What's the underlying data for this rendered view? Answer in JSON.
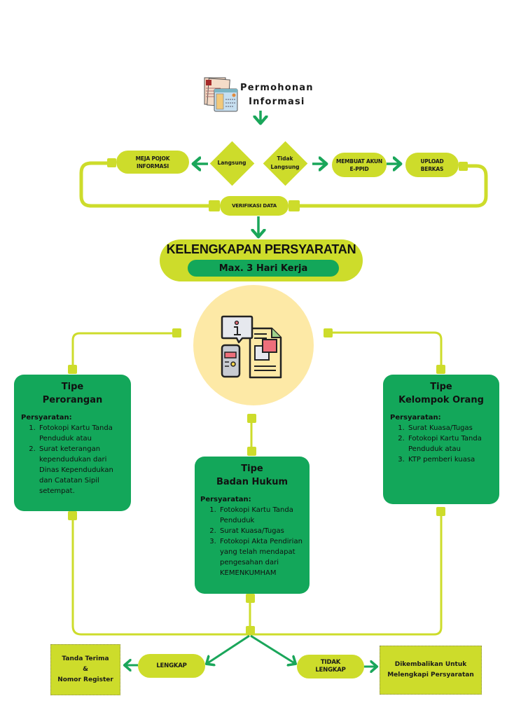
{
  "header": {
    "title_line1": "Permohonan",
    "title_line2": "Informasi",
    "icon": "documents-icon"
  },
  "intake": {
    "left_branch": {
      "decision": "Langsung",
      "step": {
        "line1": "MEJA POJOK",
        "line2": "INFORMASI"
      }
    },
    "right_branch": {
      "decision_line1": "Tidak",
      "decision_line2": "Langsung",
      "steps": [
        {
          "line1": "MEMBUAT AKUN",
          "line2": "E-PPID"
        },
        {
          "line1": "UPLOAD",
          "line2": "BERKAS"
        }
      ]
    },
    "merge_step": "VERIFIKASI DATA"
  },
  "requirements": {
    "title": "KELENGKAPAN PERSYARATAN",
    "deadline": "Max. 3 Hari Kerja",
    "center_icon": "information-document-icon"
  },
  "types": [
    {
      "title_line1": "Tipe",
      "title_line2": "Perorangan",
      "req_label": "Persyaratan:",
      "items": [
        "Fotokopi Kartu Tanda Penduduk atau",
        "Surat keterangan kependudukan dari Dinas Kependudukan dan Catatan Sipil setempat."
      ]
    },
    {
      "title_line1": "Tipe",
      "title_line2": "Badan Hukum",
      "req_label": "Persyaratan:",
      "items": [
        "Fotokopi Kartu Tanda Penduduk",
        "Surat Kuasa/Tugas",
        "Fotokopi Akta Pendirian yang telah mendapat pengesahan dari KEMENKUMHAM"
      ]
    },
    {
      "title_line1": "Tipe",
      "title_line2": "Kelompok Orang",
      "req_label": "Persyaratan:",
      "items": [
        "Surat Kuasa/Tugas",
        "Fotokopi Kartu Tanda Penduduk atau",
        "KTP pemberi kuasa"
      ]
    }
  ],
  "outcomes": {
    "complete": {
      "label": "LENGKAP",
      "result_line1": "Tanda Terima",
      "result_line2": "&",
      "result_line3": "Nomor Register"
    },
    "incomplete": {
      "label_line1": "TIDAK",
      "label_line2": "LENGKAP",
      "result_line1": "Dikembalikan Untuk",
      "result_line2": "Melengkapi Persyaratan"
    }
  },
  "colors": {
    "lime": "#cddc2b",
    "green": "#13a75a",
    "arrow_green": "#1aa65a",
    "circle_bg": "#fde9a6",
    "text": "#1a1a1a"
  }
}
